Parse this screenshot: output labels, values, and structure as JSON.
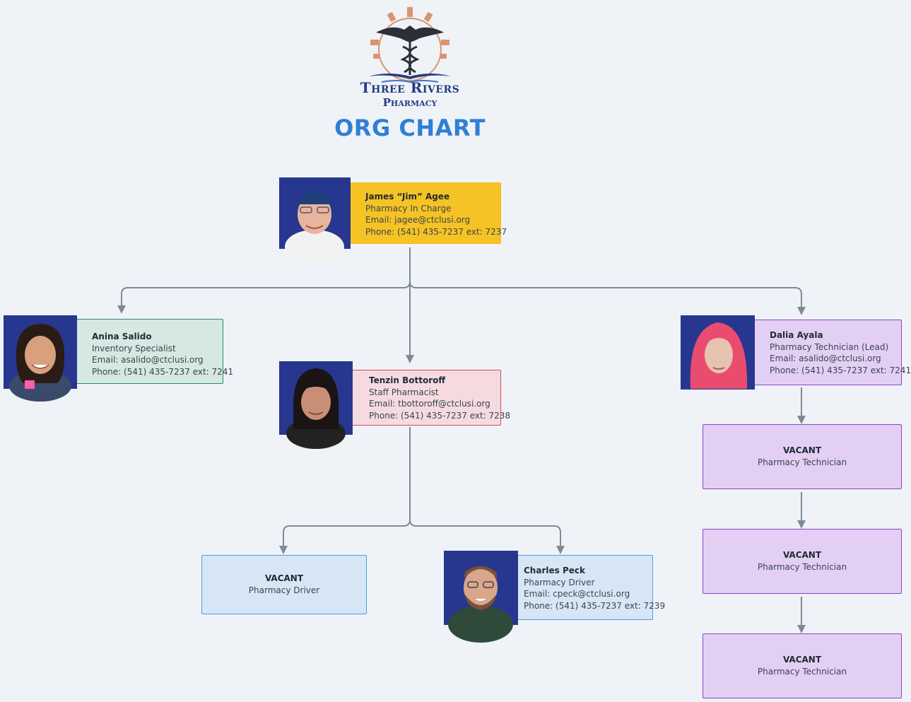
{
  "header": {
    "logo_line1": "Three Rivers",
    "logo_line2": "Pharmacy",
    "title": "ORG CHART"
  },
  "colors": {
    "title": "#2f7fd6",
    "connector": "#7c8b98",
    "yellow_card": "#f6c324",
    "green_card": "#d5e8e2",
    "pink_card": "#f5dbe0",
    "purple_card": "#e3cff3",
    "blue_card": "#d6e6f5"
  },
  "people": {
    "agee": {
      "name": "James “Jim” Agee",
      "role": "Pharmacy In Charge",
      "email": "Email: jagee@ctclusi.org",
      "phone": "Phone: (541) 435-7237 ext: 7237"
    },
    "salido": {
      "name": "Anina Salido",
      "role": "Inventory Specialist",
      "email": "Email: asalido@ctclusi.org",
      "phone": "Phone: (541) 435-7237 ext: 7241"
    },
    "bottoroff": {
      "name": "Tenzin Bottoroff",
      "role": "Staff Pharmacist",
      "email": "Email: tbottoroff@ctclusi.org",
      "phone": "Phone: (541) 435-7237 ext: 7238"
    },
    "ayala": {
      "name": "Dalia Ayala",
      "role": "Pharmacy Technician (Lead)",
      "email": "Email: asalido@ctclusi.org",
      "phone": "Phone: (541) 435-7237 ext: 7241"
    },
    "peck": {
      "name": "Charles Peck",
      "role": "Pharmacy Driver",
      "email": "Email: cpeck@ctclusi.org",
      "phone": "Phone: (541) 435-7237 ext: 7239"
    }
  },
  "vacancies": {
    "driver": {
      "status": "VACANT",
      "role": "Pharmacy Driver"
    },
    "tech1": {
      "status": "VACANT",
      "role": "Pharmacy Technician"
    },
    "tech2": {
      "status": "VACANT",
      "role": "Pharmacy Technician"
    },
    "tech3": {
      "status": "VACANT",
      "role": "Pharmacy Technician"
    }
  }
}
